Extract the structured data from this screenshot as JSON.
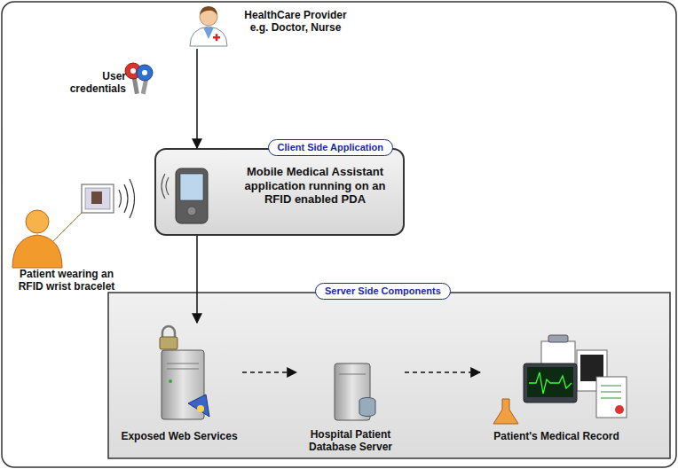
{
  "diagram": {
    "nodes": [
      {
        "text": [
          "HealthCare Provider e.g. Doctor, Nurse"
        ]
      },
      {
        "text": [
          "Client Side Application",
          "Mobile Medical Assistant application running on an RFID enabled PDA"
        ]
      },
      {
        "text": [
          "Patient wearing an RFID wrist bracelet"
        ]
      },
      {
        "text": [
          "Server Side Components"
        ]
      },
      {
        "text": [
          "Exposed Web Services"
        ],
        "in": 3
      },
      {
        "text": [
          "Hospital Patient Database Server"
        ],
        "in": 3
      },
      {
        "text": [
          "Patient's Medical Record"
        ],
        "in": 3
      }
    ],
    "edges": [
      {
        "from": 0,
        "to": 1,
        "arrow": "to"
      },
      {
        "from": 1,
        "to": 4,
        "arrow": "to"
      },
      {
        "from": 4,
        "to": 5,
        "arrow": "to"
      },
      {
        "from": 5,
        "to": 6,
        "arrow": "to"
      }
    ],
    "labels": [
      "User credentials"
    ]
  }
}
